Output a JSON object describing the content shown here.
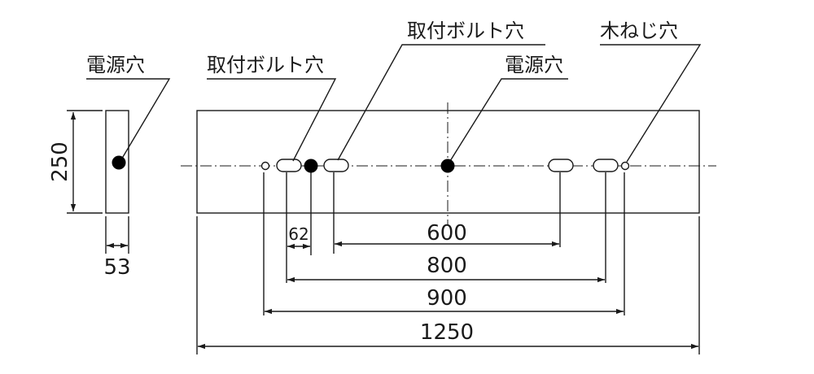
{
  "labels": {
    "side_power_hole": "電源穴",
    "mount_bolt_left": "取付ボルト穴",
    "mount_bolt_top": "取付ボルト穴",
    "power_hole": "電源穴",
    "wood_screw_hole": "木ねじ穴"
  },
  "dimensions": {
    "height": "250",
    "depth": "53",
    "pitch_62": "62",
    "pitch_600": "600",
    "pitch_800": "800",
    "pitch_900": "900",
    "length": "1250"
  },
  "colors": {
    "line": "#1a1a1a",
    "hole_fill": "#000000",
    "slot_fill": "#ffffff"
  }
}
